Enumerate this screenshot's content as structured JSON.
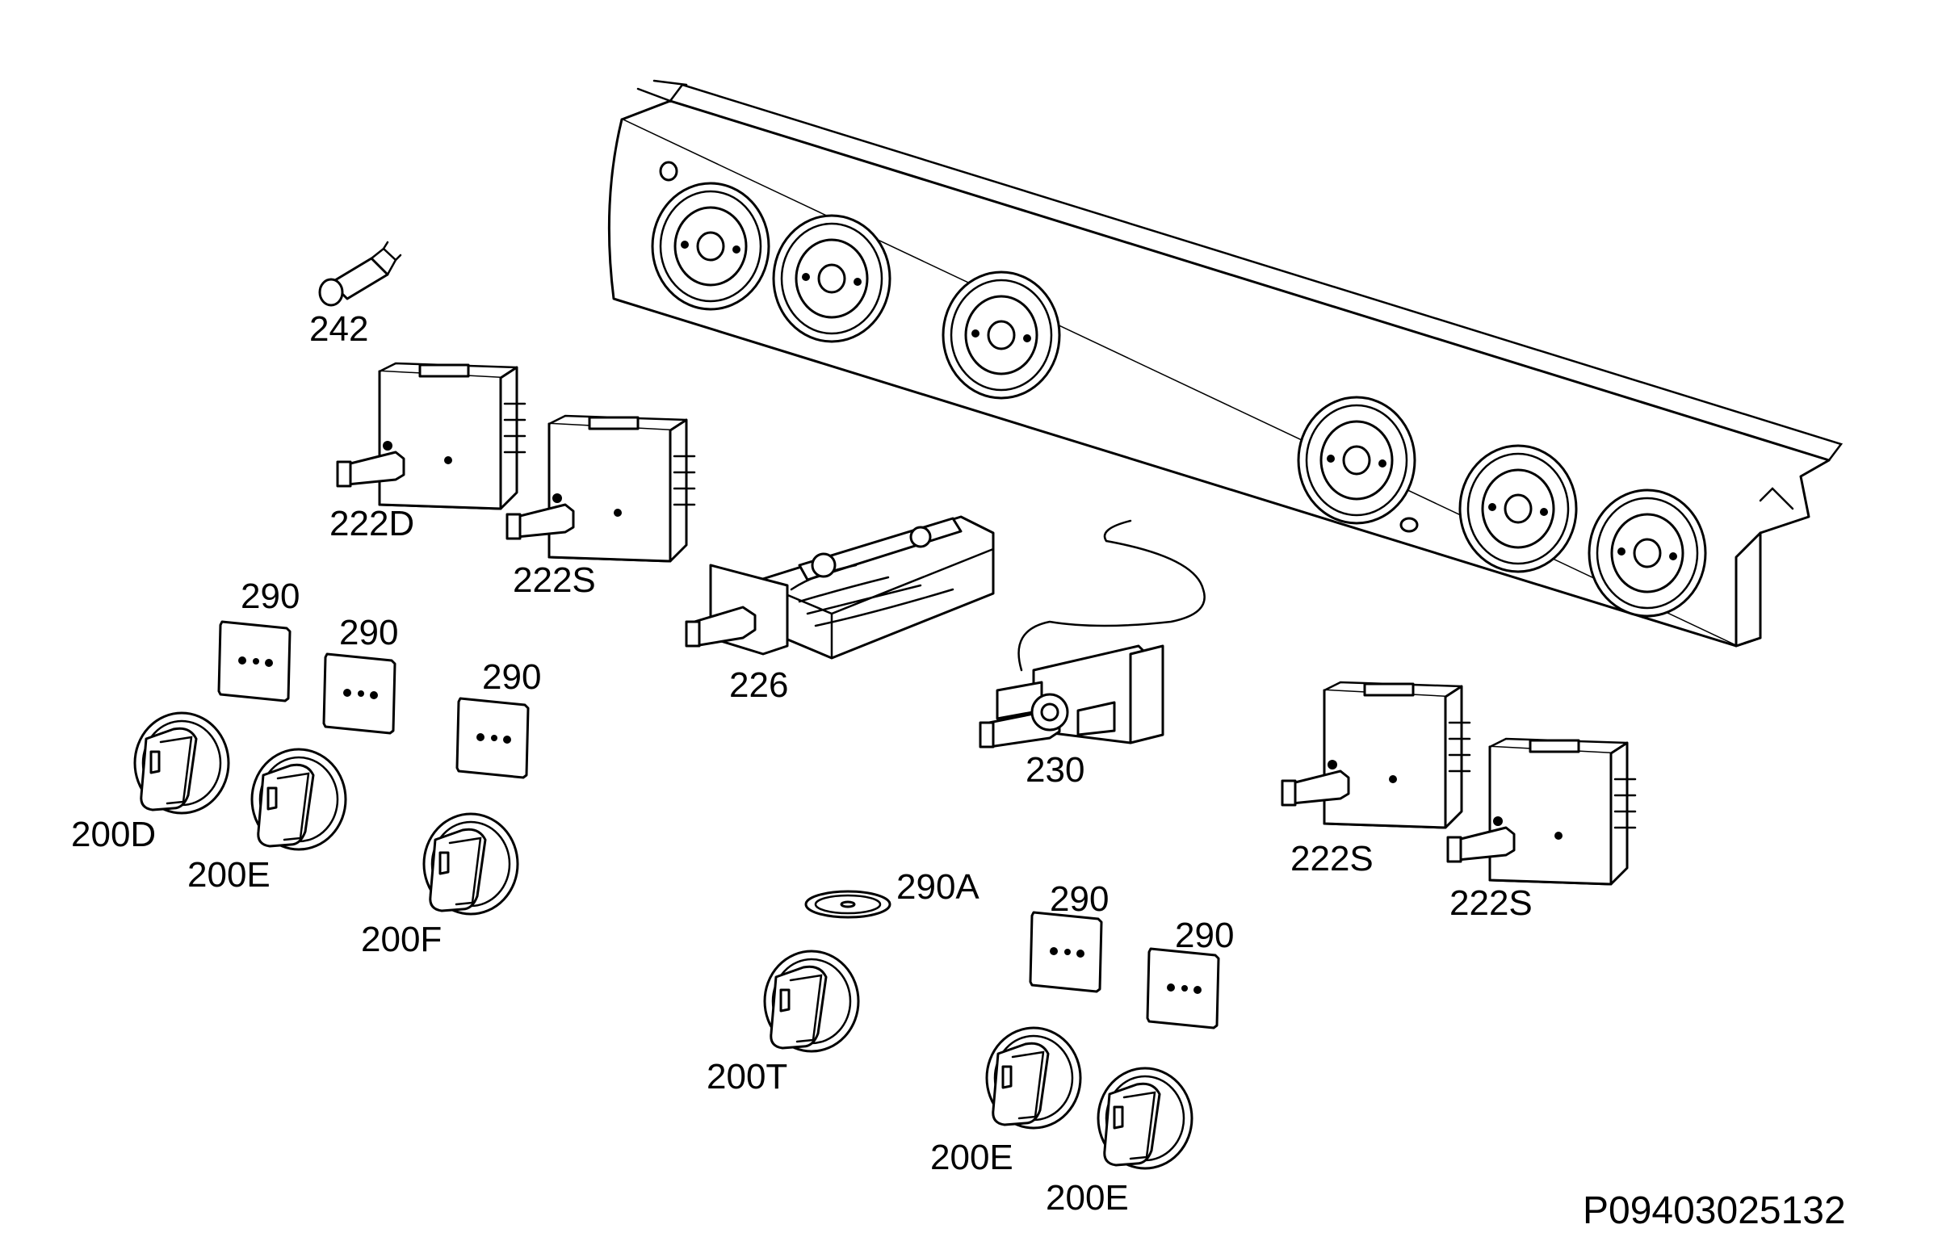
{
  "drawing_code": "P09403025132",
  "labels": {
    "l242": "242",
    "l222D": "222D",
    "l222S_a": "222S",
    "l226": "226",
    "l230": "230",
    "l222S_b": "222S",
    "l222S_c": "222S",
    "l290_a": "290",
    "l290_b": "290",
    "l290_c": "290",
    "l290_d": "290",
    "l290_e": "290",
    "l290A": "290A",
    "l200D": "200D",
    "l200E_a": "200E",
    "l200F": "200F",
    "l200T": "200T",
    "l200E_b": "200E",
    "l200E_c": "200E"
  }
}
